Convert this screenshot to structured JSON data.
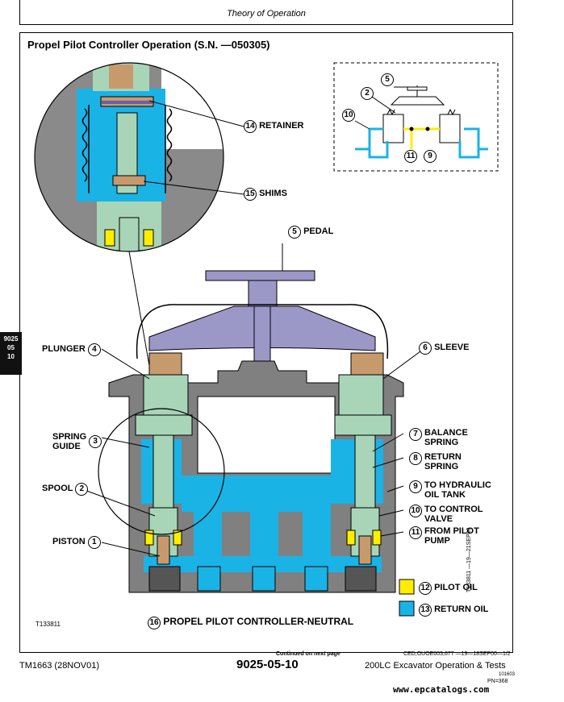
{
  "header": {
    "section_title": "Theory of Operation"
  },
  "page_title": "Propel Pilot Controller Operation (S.N. —050305)",
  "side_tab": {
    "line1": "9025",
    "line2": "05",
    "line3": "10"
  },
  "callouts": {
    "retainer": {
      "num": "14",
      "text": "RETAINER"
    },
    "shims": {
      "num": "15",
      "text": "SHIMS"
    },
    "pedal": {
      "num": "5",
      "text": "PEDAL"
    },
    "plunger": {
      "num": "4",
      "text": "PLUNGER"
    },
    "sleeve": {
      "num": "6",
      "text": "SLEEVE"
    },
    "spring_guide": {
      "num": "3",
      "line1": "SPRING",
      "line2": "GUIDE"
    },
    "balance_spring": {
      "num": "7",
      "line1": "BALANCE",
      "line2": "SPRING"
    },
    "return_spring": {
      "num": "8",
      "line1": "RETURN",
      "line2": "SPRING"
    },
    "spool": {
      "num": "2",
      "text": "SPOOL"
    },
    "hydraulic_tank": {
      "num": "9",
      "line1": "TO HYDRAULIC",
      "line2": "OIL TANK"
    },
    "control_valve": {
      "num": "10",
      "line1": "TO CONTROL",
      "line2": "VALVE"
    },
    "pilot_pump": {
      "num": "11",
      "line1": "FROM PILOT",
      "line2": "PUMP"
    },
    "piston": {
      "num": "1",
      "text": "PISTON"
    }
  },
  "schematic": {
    "n5": "5",
    "n2": "2",
    "n10": "10",
    "n11": "11",
    "n9": "9"
  },
  "legend": [
    {
      "num": "12",
      "text": "PILOT OIL",
      "color": "#ffee00"
    },
    {
      "num": "13",
      "text": "RETURN OIL",
      "color": "#1ab3e6"
    }
  ],
  "caption": {
    "num": "16",
    "text": "PROPEL PILOT CONTROLLER-NEUTRAL"
  },
  "figure_id": "T133811",
  "side_code": "T133811 —19—21SEP00",
  "continued": "Continued on next page",
  "doc_code": "CED,OUOE003,677   —19—18SEP00—1/2",
  "footer": {
    "left": "TM1663 (28NOV01)",
    "center": "9025-05-10",
    "right": "200LC Excavator Operation & Tests",
    "code": "101603",
    "pn": "PN=368",
    "watermark": "www.epcatalogs.com"
  },
  "colors": {
    "pilot_oil": "#ffee00",
    "return_oil": "#1ab3e6",
    "body": "#808080",
    "pedal": "#9b98c8",
    "plunger": "#c79a6e",
    "sleeve": "#a8d5b8"
  }
}
